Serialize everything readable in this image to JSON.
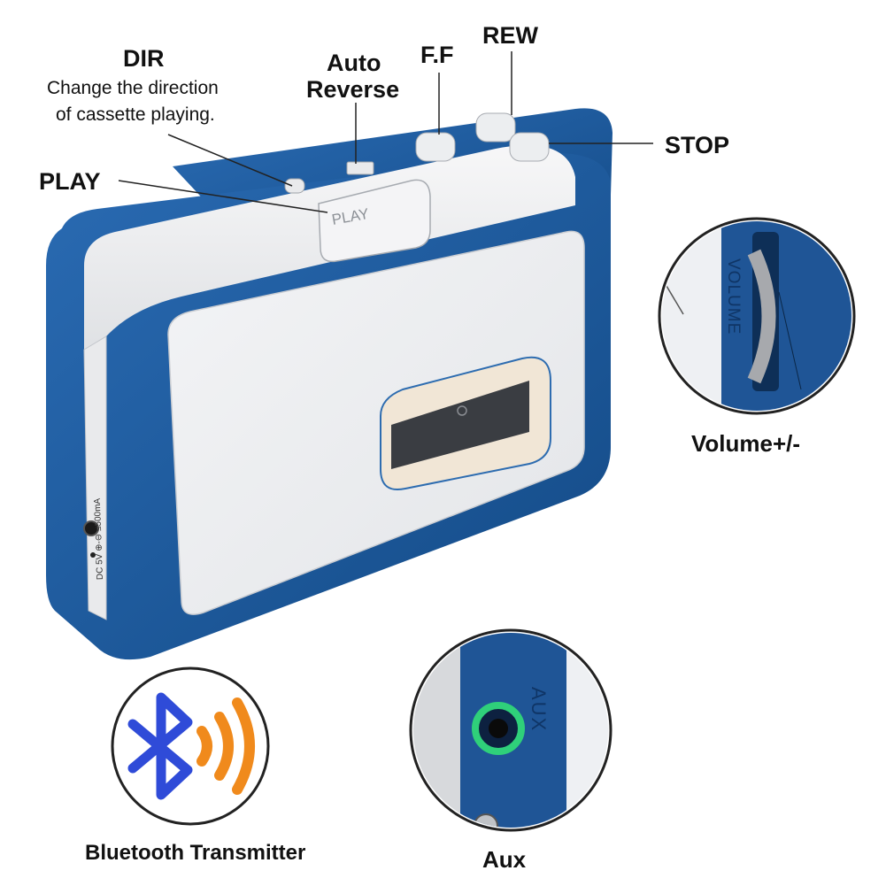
{
  "callouts": {
    "dir_title": "DIR",
    "dir_desc_line1": "Change the direction",
    "dir_desc_line2": "of cassette playing.",
    "auto_line1": "Auto",
    "auto_line2": "Reverse",
    "ff": "F.F",
    "rew": "REW",
    "stop": "STOP",
    "play": "PLAY"
  },
  "device_text": {
    "play_button": "PLAY",
    "volume_engraving": "VOLUME",
    "aux_engraving": "AUX",
    "side_power": "DC 5V ⊕-⊖ ≤500mA"
  },
  "insets": {
    "volume_caption": "Volume+/-",
    "aux_caption": "Aux",
    "bluetooth_caption": "Bluetooth Transmitter"
  },
  "colors": {
    "body_blue": "#1c5a9e",
    "shell_white": "#ecedef",
    "bluetooth_blue": "#2f4bd8",
    "wave_orange": "#f08a1c",
    "aux_green": "#2fd07a"
  },
  "icons": {
    "bluetooth": "bluetooth-icon",
    "signal_waves": "wireless-waves-icon"
  }
}
